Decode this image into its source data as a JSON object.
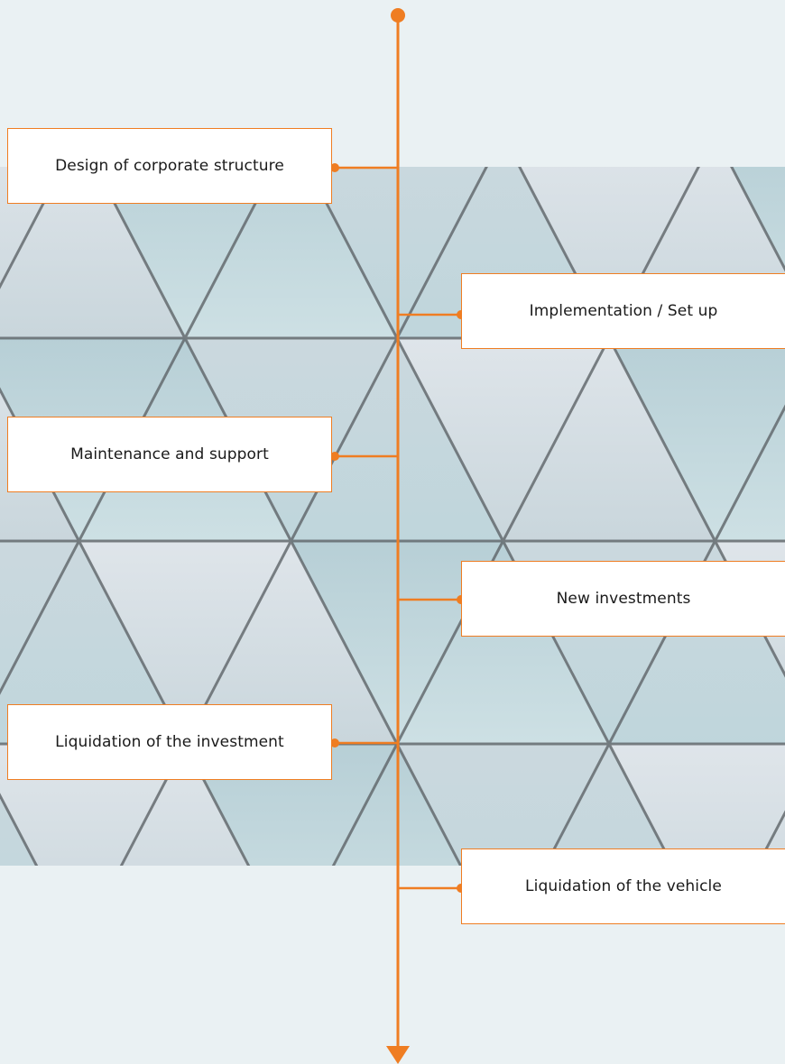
{
  "colors": {
    "accent": "#ef7d22",
    "page_background": "#eaf1f3",
    "box_background": "#ffffff",
    "text": "#1a1a1a"
  },
  "timeline": {
    "start_marker": "filled-circle",
    "end_marker": "down-arrow",
    "stages": [
      {
        "label": "Design of corporate structure",
        "side": "left"
      },
      {
        "label": "Implementation / Set up",
        "side": "right"
      },
      {
        "label": "Maintenance and support",
        "side": "left"
      },
      {
        "label": "New investments",
        "side": "right"
      },
      {
        "label": "Liquidation of the investment",
        "side": "left"
      },
      {
        "label": "Liquidation of the vehicle",
        "side": "right"
      }
    ]
  }
}
